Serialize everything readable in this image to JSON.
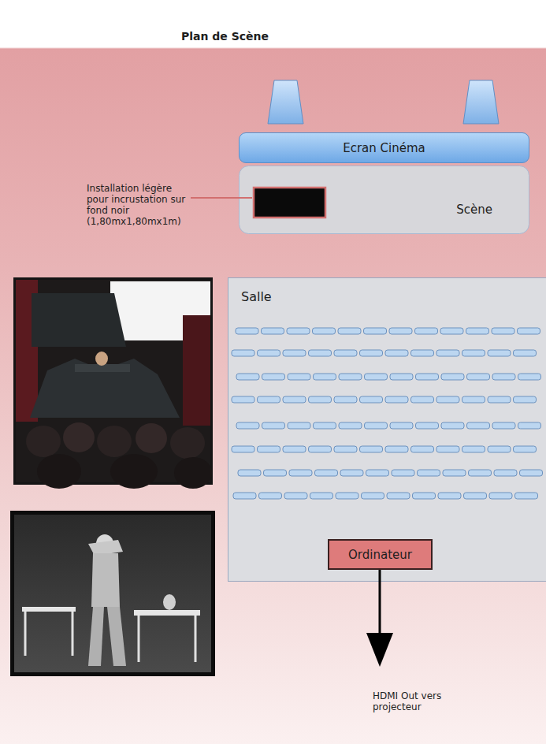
{
  "diagram": {
    "title": "Plan de Scène",
    "nodes": [
      {
        "text": [
          "Ecran Cinéma"
        ]
      },
      {
        "text": [
          "Scène"
        ]
      },
      {
        "text": [
          "Salle"
        ]
      },
      {
        "text": [
          "Ordinateur"
        ],
        "in": 2
      }
    ],
    "labels": [
      "Installation légère pour incrustation sur fond noir (1,80mx1,80mx1m)",
      "HDMI Out vers projecteur"
    ]
  }
}
